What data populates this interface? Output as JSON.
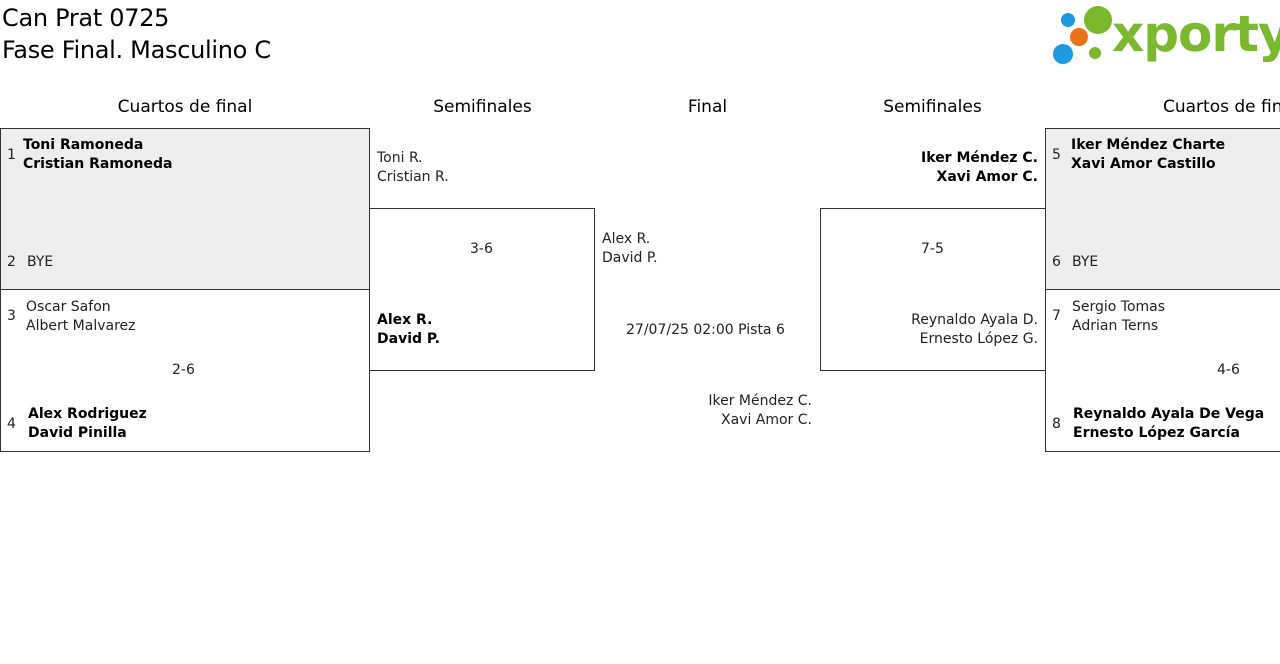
{
  "header": {
    "title_line1": "Can Prat 0725",
    "title_line2": "Fase Final. Masculino C",
    "logo_text": "xporty",
    "logo_colors": {
      "green": "#7ab82e",
      "blue": "#1e9be0",
      "orange": "#e8731a"
    }
  },
  "rounds": {
    "left_quarters": "Cuartos de final",
    "left_semis": "Semifinales",
    "final": "Final",
    "right_semis": "Semifinales",
    "right_quarters": "Cuartos de fin"
  },
  "left_quarters": [
    {
      "seed_a": "1",
      "team_a": [
        "Toni Ramoneda",
        "Cristian Ramoneda"
      ],
      "seed_b": "2",
      "team_b": [
        "BYE"
      ],
      "score": ""
    },
    {
      "seed_a": "3",
      "team_a": [
        "Oscar Safon",
        "Albert Malvarez"
      ],
      "seed_b": "4",
      "team_b": [
        "Alex Rodriguez",
        "David Pinilla"
      ],
      "score": "2-6"
    }
  ],
  "left_semi": {
    "team_a": [
      "Toni R.",
      "Cristian R."
    ],
    "team_b": [
      "Alex R.",
      "David P."
    ],
    "score": "3-6"
  },
  "final": {
    "team_a": [
      "Alex R.",
      "David P."
    ],
    "team_b": [
      "Iker Méndez C.",
      "Xavi Amor C."
    ],
    "schedule": "27/07/25 02:00 Pista 6"
  },
  "right_semi": {
    "team_a": [
      "Iker Méndez C.",
      "Xavi Amor C."
    ],
    "team_b": [
      "Reynaldo Ayala D.",
      "Ernesto López G."
    ],
    "score": "7-5"
  },
  "right_quarters": [
    {
      "seed_a": "5",
      "team_a": [
        "Iker Méndez Charte",
        "Xavi Amor Castillo"
      ],
      "seed_b": "6",
      "team_b": [
        "BYE"
      ],
      "score": ""
    },
    {
      "seed_a": "7",
      "team_a": [
        "Sergio Tomas",
        "Adrian Terns"
      ],
      "seed_b": "8",
      "team_b": [
        "Reynaldo Ayala De Vega",
        "Ernesto López García"
      ],
      "score": "4-6"
    }
  ]
}
